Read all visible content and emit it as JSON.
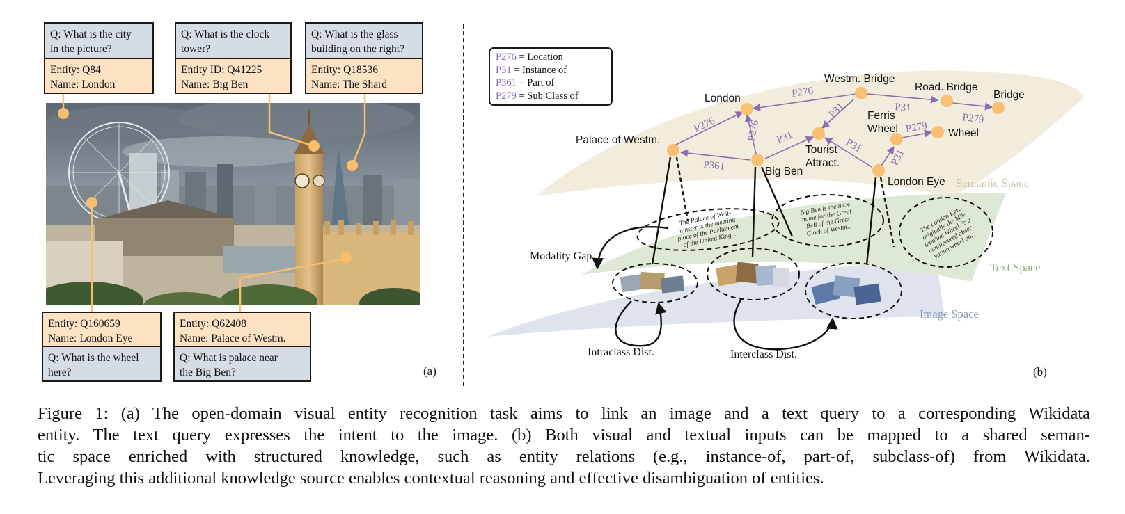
{
  "panel_a": {
    "label": "(a)",
    "annotations": [
      {
        "id": "london",
        "question": "Q: What is the city\nin the picture?",
        "entity": "Entity: Q84\nName: London"
      },
      {
        "id": "bigben",
        "question": "Q: What is the clock\ntower?",
        "entity": "Entity ID: Q41225\nName: Big Ben"
      },
      {
        "id": "shard",
        "question": "Q: What is the glass\nbuilding on the right?",
        "entity": "Entity: Q18536\nName: The Shard"
      },
      {
        "id": "londoneye",
        "question": "Q: What is the wheel\nhere?",
        "entity": "Entity: Q160659\nName: London Eye"
      },
      {
        "id": "palace",
        "question": "Q: What is palace near\nthe Big Ben?",
        "entity": "Entity: Q62408\nName: Palace of Westm."
      }
    ]
  },
  "panel_b": {
    "label": "(b)",
    "legend": [
      {
        "code": "P276",
        "meaning": " = Location"
      },
      {
        "code": "P31",
        "meaning": " = Instance of"
      },
      {
        "code": "P361",
        "meaning": " = Part of"
      },
      {
        "code": "P279",
        "meaning": " = Sub Class of"
      }
    ],
    "nodes": {
      "london": "London",
      "westm_bridge": "Westm. Bridge",
      "road_bridge": "Road. Bridge",
      "bridge": "Bridge",
      "palace": "Palace of Westm.",
      "ferris_1": "Ferris",
      "ferris_2": "Wheel",
      "wheel": "Wheel",
      "tourist_1": "Tourist",
      "tourist_2": "Attract.",
      "big_ben": "Big Ben",
      "london_eye": "London Eye"
    },
    "edges": {
      "palace_london": "P276",
      "westm_london": "P276",
      "bigben_london": "P276",
      "westm_tourist": "P31",
      "westm_road": "P31",
      "road_bridge": "P279",
      "ferris_wheel": "P279",
      "bigben_tourist": "P31",
      "eye_tourist": "P31",
      "bigben_palace": "P361",
      "eye_ferris": "P31"
    },
    "spaces": {
      "semantic": "Semantic Space",
      "text": "Text Space",
      "image": "Image Space"
    },
    "space_colors": {
      "semantic": "#f1ecdc",
      "text": "#dde9d4",
      "image": "#dee3ee"
    },
    "text_notes": {
      "palace": [
        "The Palace of West-",
        "minster is the meeting",
        "place of the Parliament",
        "of the United King..."
      ],
      "bigben": [
        "Big Ben is the nick-",
        "name for the Great",
        "Bell of the Great",
        "Clock of Westm..."
      ],
      "eye": [
        "The London Eye,",
        "originally the Mil-",
        "lennium Wheel, is a",
        "cantilevered obser-",
        "vation wheel on..."
      ]
    },
    "annotations": {
      "modality_gap": "Modality Gap",
      "intraclass": "Intraclass Dist.",
      "interclass": "Interclass Dist."
    }
  },
  "colors": {
    "node": "#f9bf72",
    "relation": "#8d6bb0",
    "connector": "#f7bf6c",
    "question_bg": "#d6dce4",
    "entity_bg": "#fde3c4"
  },
  "caption": [
    "Figure 1: (a) The open-domain visual entity recognition task aims to link an image and a text query to a corresponding Wikidata",
    "entity. The text query expresses the intent to the image. (b) Both visual and textual inputs can be mapped to a shared seman-",
    "tic space enriched with structured knowledge, such as entity relations (e.g., instance-of, part-of, subclass-of) from Wikidata.",
    "Leveraging this additional knowledge source enables contextual reasoning and effective disambiguation of entities."
  ]
}
